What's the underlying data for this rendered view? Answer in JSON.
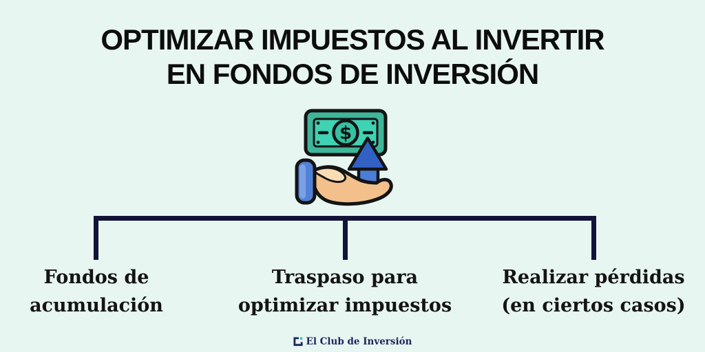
{
  "colors": {
    "background": "#e7f6f1",
    "title_text": "#0d0d0d",
    "connector": "#121339",
    "label_text": "#141414",
    "brand_text": "#1b265c",
    "brand_teal": "#35c3a5",
    "icon_outline": "#141414",
    "bill_frame": "#3fb59a",
    "bill_inner": "#40d2b4",
    "bill_circle": "#35c0a2",
    "arrow_head": "#3161c4",
    "arrow_stem": "#4a7ed8",
    "cuff": "#5181d6",
    "cuff_highlight": "#7aa0e6",
    "hand_skin": "#f3c08c",
    "hand_highlight": "#f9dcb4"
  },
  "title": {
    "line1": "OPTIMIZAR IMPUESTOS AL INVERTIR",
    "line2": "EN FONDOS DE INVERSIÓN"
  },
  "icon": {
    "name": "hand-holding-money-growth-icon",
    "dollar_glyph": "$"
  },
  "branches": [
    {
      "line1": "Fondos de",
      "line2": "acumulación"
    },
    {
      "line1": "Traspaso para",
      "line2": "optimizar impuestos"
    },
    {
      "line1": "Realizar pérdidas",
      "line2": "(en ciertos casos)"
    }
  ],
  "footer": {
    "brand": "El Club de Inversión"
  }
}
